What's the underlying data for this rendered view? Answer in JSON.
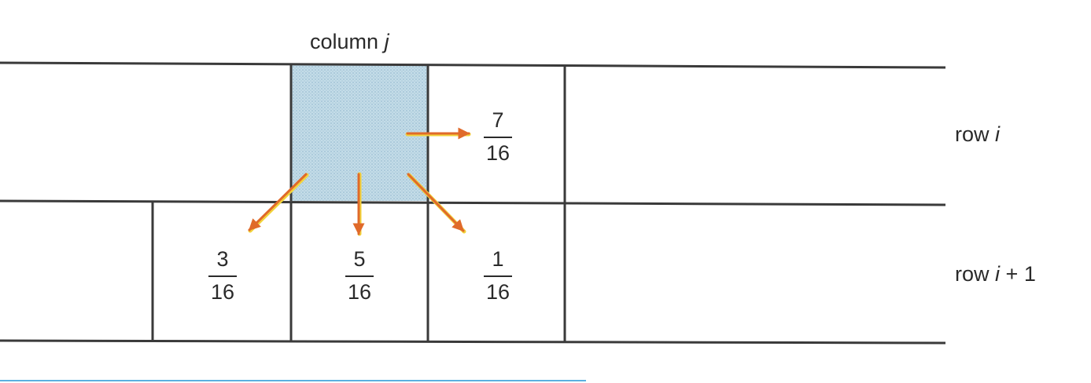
{
  "labels": {
    "column_word": "column",
    "column_var": "j",
    "row_word": "row",
    "row_var": "i",
    "row_next_suffix": "+ 1"
  },
  "weights": {
    "right": {
      "numerator": "7",
      "denominator": "16"
    },
    "below_left": {
      "numerator": "3",
      "denominator": "16"
    },
    "below": {
      "numerator": "5",
      "denominator": "16"
    },
    "below_right": {
      "numerator": "1",
      "denominator": "16"
    }
  },
  "colors": {
    "grid_line": "#3a3a3a",
    "current_pixel_fill": "#bcd6e4",
    "arrow": "#e06a2a",
    "arrow_highlight": "#f2d23a",
    "bottom_rule": "#5ab0e0"
  }
}
